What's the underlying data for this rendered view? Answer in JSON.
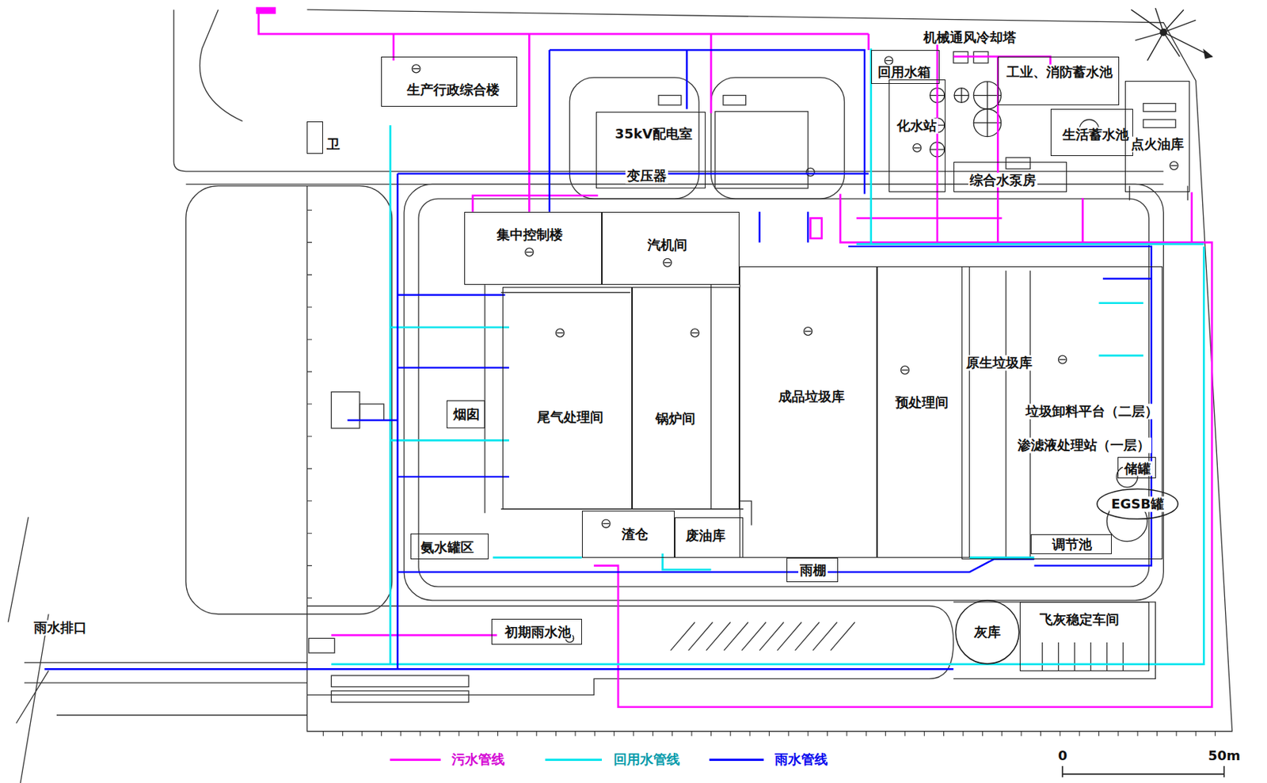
{
  "diagram": {
    "nodes": [
      {
        "text": [
          "生产行政综合楼"
        ]
      },
      {
        "text": [
          "卫"
        ]
      },
      {
        "text": [
          "机械通风冷却塔"
        ]
      },
      {
        "text": [
          "回用水箱"
        ]
      },
      {
        "text": [
          "35kV配电室"
        ]
      },
      {
        "text": [
          "化水站"
        ]
      },
      {
        "text": [
          "工业、消防蓄水池"
        ]
      },
      {
        "text": [
          "生活蓄水池"
        ]
      },
      {
        "text": [
          "点火油库"
        ]
      },
      {
        "text": [
          "综合水泵房"
        ]
      },
      {
        "text": [
          "集中控制楼"
        ]
      },
      {
        "text": [
          "汽机间"
        ]
      },
      {
        "text": [
          "尾气处理间"
        ]
      },
      {
        "text": [
          "锅炉间"
        ]
      },
      {
        "text": [
          "成品垃圾库"
        ]
      },
      {
        "text": [
          "预处理间"
        ]
      },
      {
        "text": [
          "原生垃圾库",
          "垃圾卸料平台（二层）",
          "渗滤液处理站（一层）"
        ]
      },
      {
        "text": [
          "储罐"
        ],
        "in": 16
      },
      {
        "text": [
          "EGSB罐"
        ],
        "in": 16
      },
      {
        "text": [
          "调节池"
        ],
        "in": 16
      },
      {
        "text": [
          "烟囱"
        ]
      },
      {
        "text": [
          "氨水罐区"
        ]
      },
      {
        "text": [
          "渣仓"
        ]
      },
      {
        "text": [
          "废油库"
        ]
      },
      {
        "text": [
          "雨棚"
        ]
      },
      {
        "text": [
          "初期雨水池"
        ]
      },
      {
        "text": [
          "灰库"
        ]
      },
      {
        "text": [
          "飞灰稳定车间"
        ]
      }
    ],
    "labels": [
      "变压器",
      "雨水排口",
      "0",
      "50m"
    ],
    "legend": [
      {
        "text": "污水管线",
        "color": "#ff00ff"
      },
      {
        "text": "回用水管线",
        "color": "#00e5ee"
      },
      {
        "text": "雨水管线",
        "color": "#0000ff"
      }
    ]
  }
}
